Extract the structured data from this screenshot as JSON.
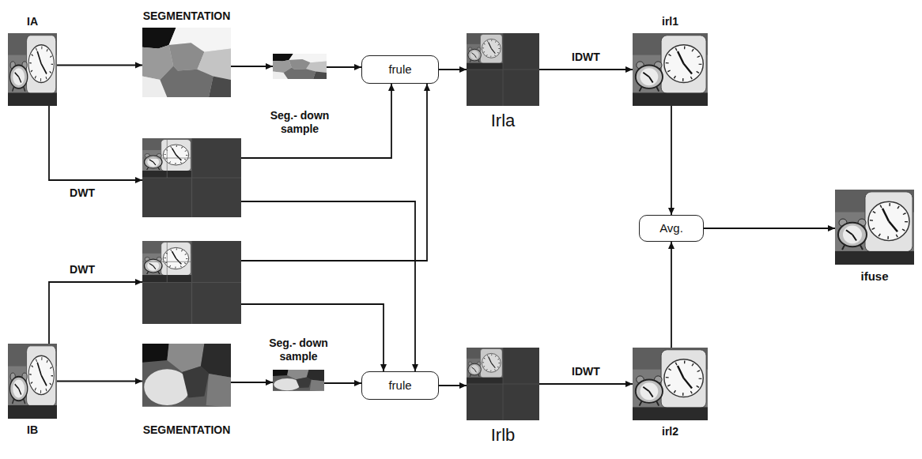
{
  "diagram": {
    "nodes": [
      {
        "text": [
          "IA"
        ]
      },
      {
        "text": [
          "SEGMENTATION"
        ]
      },
      {
        "text": [
          "Seg.- down sample"
        ]
      },
      {
        "text": [
          "frule"
        ]
      },
      {
        "text": [
          "Irla"
        ]
      },
      {
        "text": [
          "irl1"
        ]
      },
      {
        "text": []
      },
      {
        "text": []
      },
      {
        "text": [
          "Avg."
        ]
      },
      {
        "text": [
          "ifuse"
        ]
      },
      {
        "text": [
          "IB"
        ]
      },
      {
        "text": [
          "SEGMENTATION"
        ]
      },
      {
        "text": [
          "Seg.- down sample"
        ]
      },
      {
        "text": [
          "frule"
        ]
      },
      {
        "text": [
          "Irlb"
        ]
      },
      {
        "text": [
          "irl2"
        ]
      }
    ],
    "edges": [
      {
        "from": 0,
        "to": 1,
        "arrow": "to"
      },
      {
        "from": 1,
        "to": 2,
        "arrow": "to"
      },
      {
        "from": 2,
        "to": 3,
        "arrow": "to"
      },
      {
        "from": 3,
        "to": 4,
        "arrow": "to"
      },
      {
        "from": 4,
        "to": 5,
        "label": "IDWT",
        "arrow": "to"
      },
      {
        "from": 0,
        "to": 6,
        "label": "DWT",
        "arrow": "to"
      },
      {
        "from": 6,
        "to": 3,
        "arrow": "to"
      },
      {
        "from": 6,
        "to": 13,
        "arrow": "to"
      },
      {
        "from": 10,
        "to": 7,
        "label": "DWT",
        "arrow": "to"
      },
      {
        "from": 7,
        "to": 3,
        "arrow": "to"
      },
      {
        "from": 7,
        "to": 13,
        "arrow": "to"
      },
      {
        "from": 10,
        "to": 11,
        "arrow": "to"
      },
      {
        "from": 11,
        "to": 12,
        "arrow": "to"
      },
      {
        "from": 12,
        "to": 13,
        "arrow": "to"
      },
      {
        "from": 13,
        "to": 14,
        "arrow": "to"
      },
      {
        "from": 14,
        "to": 15,
        "label": "IDWT",
        "arrow": "to"
      },
      {
        "from": 5,
        "to": 8,
        "arrow": "to"
      },
      {
        "from": 15,
        "to": 8,
        "arrow": "to"
      },
      {
        "from": 8,
        "to": 9,
        "arrow": "to"
      }
    ]
  }
}
